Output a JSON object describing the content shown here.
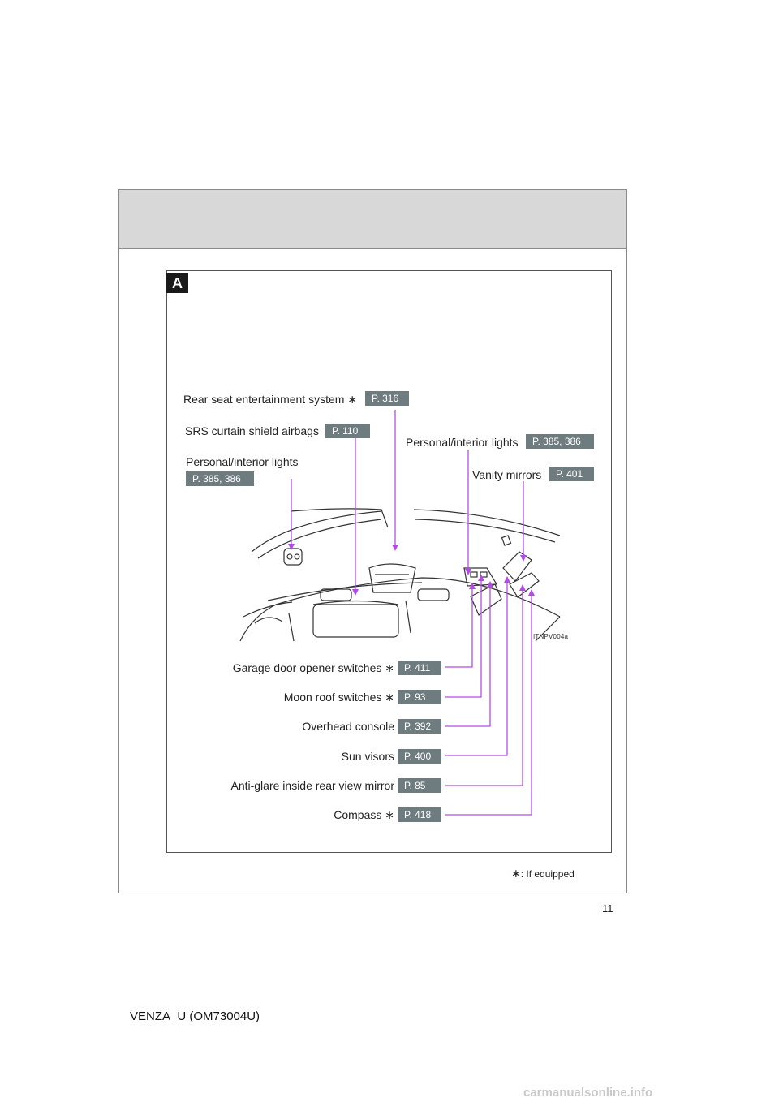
{
  "section_badge": "A",
  "figure_code": "ITNPV004a",
  "star_symbol": "∗",
  "footnote": ": If equipped",
  "page_number": "11",
  "doc_id": "VENZA_U (OM73004U)",
  "watermark": "carmanualsonline.info",
  "callouts_top": {
    "rear_seat": {
      "label": "Rear seat entertainment system",
      "page": "P. 316"
    },
    "srs": {
      "label": "SRS curtain shield airbags",
      "page": "P. 110"
    },
    "personal_left": {
      "label": "Personal/interior lights",
      "page": "P. 385, 386"
    },
    "personal_right": {
      "label": "Personal/interior lights",
      "page": "P. 385, 386"
    },
    "vanity": {
      "label": "Vanity mirrors",
      "page": "P. 401"
    }
  },
  "callouts_bottom": [
    {
      "label": "Garage door opener switches",
      "page": "P. 411"
    },
    {
      "label": "Moon roof switches",
      "page": "P. 93"
    },
    {
      "label": "Overhead console",
      "page": "P. 392"
    },
    {
      "label": "Sun visors",
      "page": "P. 400"
    },
    {
      "label": "Anti-glare inside rear view mirror",
      "page": "P. 85"
    },
    {
      "label": "Compass",
      "page": "P. 418"
    }
  ],
  "colors": {
    "leader_line": "#b24be6",
    "page_tag": "#6e7b7f",
    "header_band": "#d8d8d8"
  }
}
